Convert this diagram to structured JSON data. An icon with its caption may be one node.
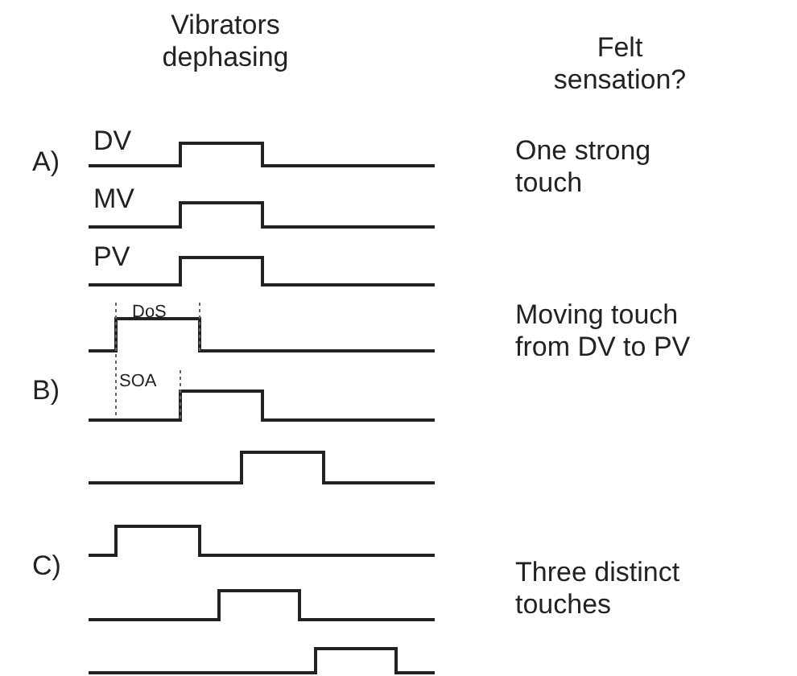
{
  "diagram": {
    "labels": [
      "Vibrators dephasing",
      "Felt sensation?",
      "DV",
      "A)",
      "MV",
      "PV",
      "One strong touch",
      "DoS",
      "SOA",
      "B)",
      "Moving touch from DV to PV",
      "C)",
      "Three distinct touches"
    ]
  }
}
